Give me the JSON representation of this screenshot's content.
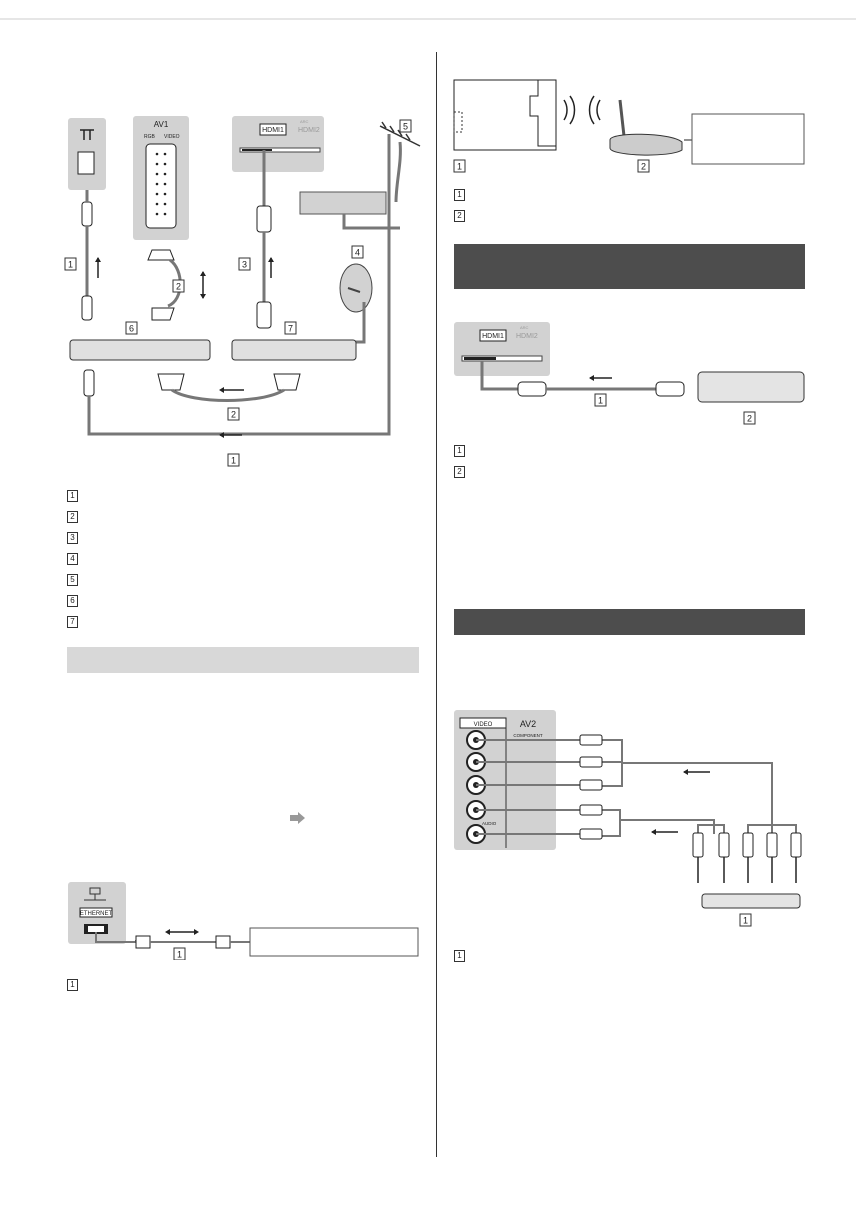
{
  "diagrams": {
    "main": {
      "callouts": [
        "1",
        "2",
        "3",
        "4",
        "5",
        "6",
        "7",
        "2",
        "1"
      ],
      "panel_av1": {
        "title": "AV1",
        "rgb": "RGB",
        "video": "VIDEO"
      },
      "panel_hdmi": {
        "hdmi1": "HDMI1",
        "hdmi2": "HDMI2",
        "arc": "ARC"
      }
    },
    "wireless": {
      "callouts": [
        "1",
        "2"
      ]
    },
    "hdmi": {
      "panel": {
        "hdmi1": "HDMI1",
        "hdmi2": "HDMI2",
        "arc": "ARC"
      },
      "callouts": [
        "1",
        "2"
      ]
    },
    "ethernet": {
      "label": "ETHERNET",
      "callouts": [
        "1"
      ]
    },
    "av2": {
      "panel": {
        "video": "VIDEO",
        "title": "AV2",
        "component": "COMPONENT",
        "audio": "AUDIO"
      },
      "callouts": [
        "1"
      ]
    }
  },
  "left_legend": [
    "1",
    "2",
    "3",
    "4",
    "5",
    "6",
    "7"
  ],
  "ethernet_legend": [
    "1"
  ],
  "wireless_legend": [
    "1",
    "2"
  ],
  "hdmi_legend": [
    "1",
    "2"
  ],
  "av2_legend": [
    "1"
  ],
  "colors": {
    "light_bar": "#d8d8d8",
    "dark_bar": "#4d4d4d",
    "panel": "#d2d2d2"
  }
}
